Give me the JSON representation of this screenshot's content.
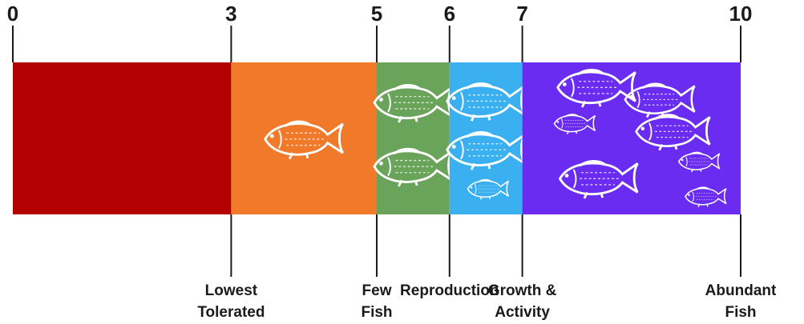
{
  "scale": {
    "min": 0,
    "max": 10,
    "tick_values": [
      0,
      3,
      5,
      6,
      7,
      10
    ],
    "tick_labels": [
      "0",
      "3",
      "5",
      "6",
      "7",
      "10"
    ],
    "segments": [
      {
        "from": 0,
        "to": 3,
        "color": "#b30000",
        "fish_count": 0
      },
      {
        "from": 3,
        "to": 5,
        "color": "#f07a2a",
        "fish_count": 1
      },
      {
        "from": 5,
        "to": 6,
        "color": "#6aa35a",
        "fish_count": 2
      },
      {
        "from": 6,
        "to": 7,
        "color": "#3ab0f0",
        "fish_count": 3
      },
      {
        "from": 7,
        "to": 10,
        "color": "#6a2cf0",
        "fish_count": 7
      }
    ],
    "annotations": [
      {
        "value": 3,
        "lines": [
          "Lowest",
          "Tolerated"
        ]
      },
      {
        "value": 5,
        "lines": [
          "Few",
          "Fish"
        ]
      },
      {
        "value": 6,
        "lines": [
          "Reproduction"
        ]
      },
      {
        "value": 7,
        "lines": [
          "Growth &",
          "Activity"
        ]
      },
      {
        "value": 10,
        "lines": [
          "Abundant",
          "Fish"
        ]
      }
    ]
  },
  "icons": {
    "fish": "fish-icon"
  },
  "colors": {
    "line": "#1a1a1a",
    "fish": "#ffffff"
  }
}
